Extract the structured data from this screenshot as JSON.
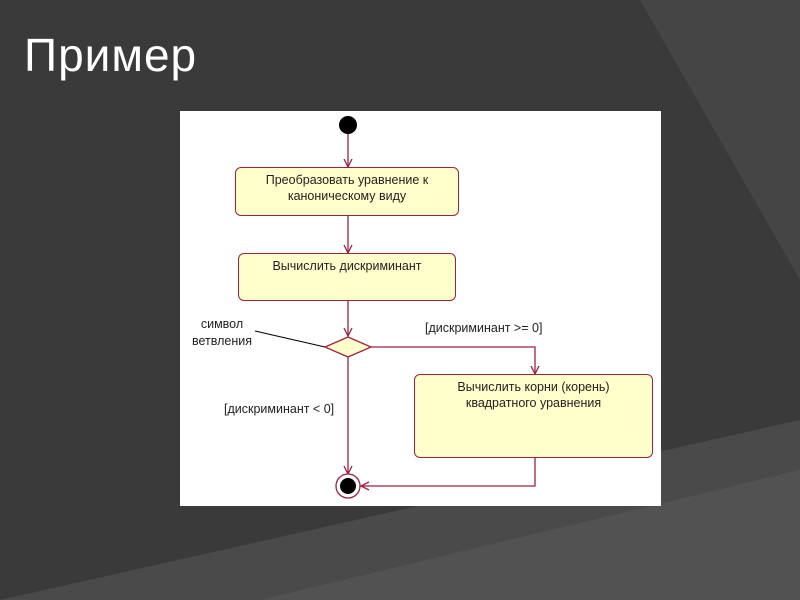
{
  "slide": {
    "title": "Пример"
  },
  "diagram": {
    "nodes": {
      "transform": "Преобразовать уравнение к каноническому виду",
      "discriminant": "Вычислить дискриминант",
      "roots": "Вычислить корни (корень) квадратного уравнения"
    },
    "labels": {
      "branch_symbol": "символ\nветвления",
      "guard_ge": "[дискриминант >= 0]",
      "guard_lt": "[дискриминант < 0]"
    },
    "colors": {
      "node_fill": "#ffffcc",
      "node_border": "#a02040",
      "arrow": "#a02040",
      "background": "#3a3a3a"
    }
  }
}
